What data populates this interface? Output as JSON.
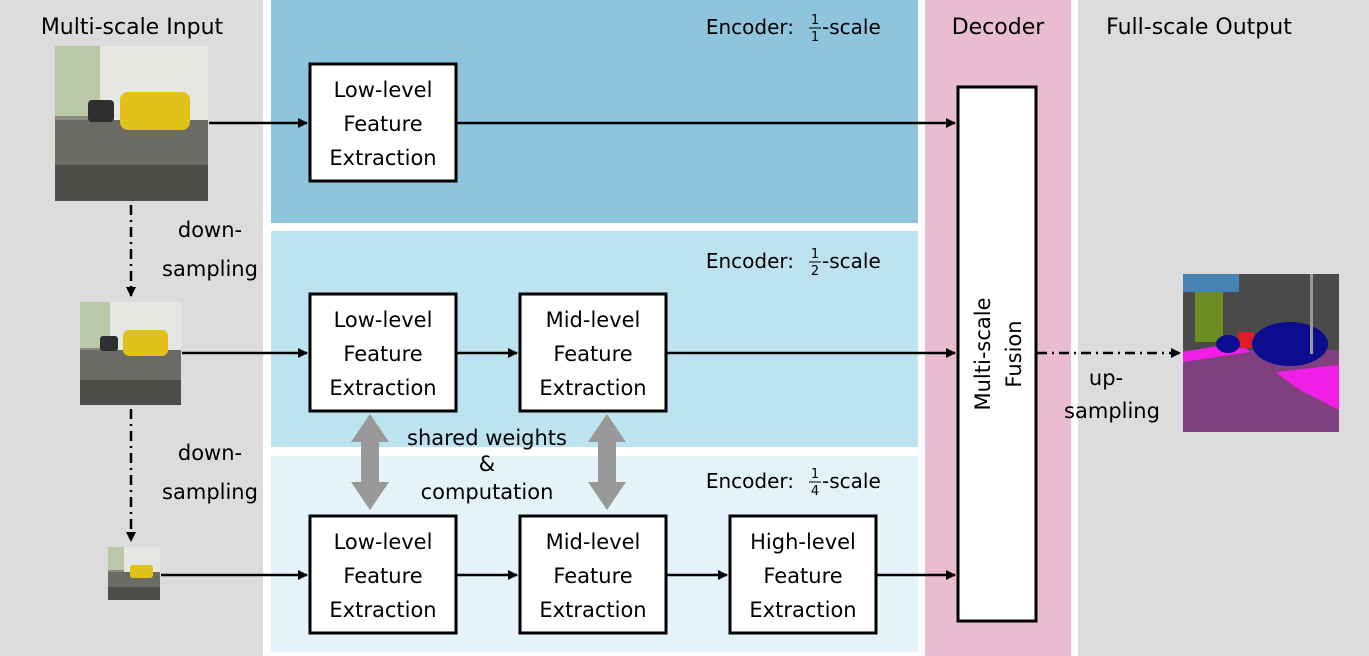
{
  "columns": {
    "input": "Multi-scale Input",
    "decoder": "Decoder",
    "output": "Full-scale Output"
  },
  "encoders": [
    {
      "prefix": "Encoder:",
      "num": "1",
      "den": "1",
      "suffix": "-scale"
    },
    {
      "prefix": "Encoder:",
      "num": "1",
      "den": "2",
      "suffix": "-scale"
    },
    {
      "prefix": "Encoder:",
      "num": "1",
      "den": "4",
      "suffix": "-scale"
    }
  ],
  "blocks": {
    "low": [
      "Low-level",
      "Feature",
      "Extraction"
    ],
    "mid": [
      "Mid-level",
      "Feature",
      "Extraction"
    ],
    "high": [
      "High-level",
      "Feature",
      "Extraction"
    ]
  },
  "fusion": [
    "Multi-scale",
    "Fusion"
  ],
  "downsampling": [
    "down-",
    "sampling"
  ],
  "upsampling": [
    "up-",
    "sampling"
  ],
  "shared": [
    "shared weights",
    "&",
    "computation"
  ],
  "colors": {
    "side_panel": "#dcdcdc",
    "encoder_1": "#8ec5dc",
    "encoder_2": "#bee3f0",
    "encoder_3": "#e3f3f9",
    "decoder": "#e9bcd0",
    "shared_arrow": "#999999"
  }
}
